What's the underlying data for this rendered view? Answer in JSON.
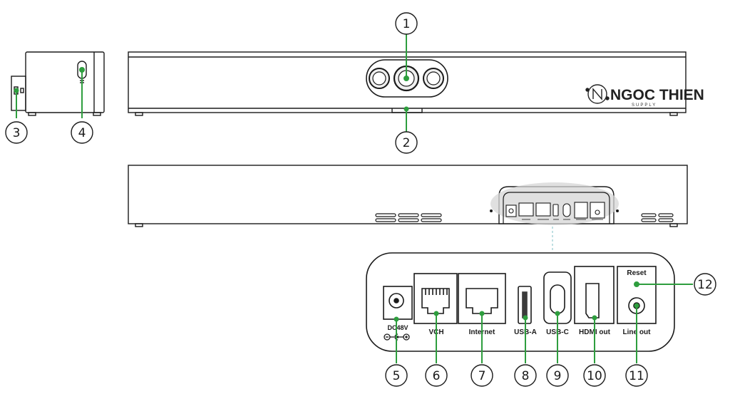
{
  "callouts": [
    "1",
    "2",
    "3",
    "4",
    "5",
    "6",
    "7",
    "8",
    "9",
    "10",
    "11",
    "12"
  ],
  "ports": {
    "dc_label_line1": "DC48V",
    "vch": "VCH",
    "internet": "Internet",
    "usb_a": "USB-A",
    "usb_c": "USB-C",
    "hdmi_out": "HDMI out",
    "reset": "Reset",
    "line_out": "Line out"
  },
  "logo": {
    "name": "NGOC THIEN",
    "tagline": "SUPPLY"
  },
  "colors": {
    "accent": "#2e9e3e",
    "line": "#1a1a1a",
    "zoom_panel": "#d6d6d6"
  }
}
